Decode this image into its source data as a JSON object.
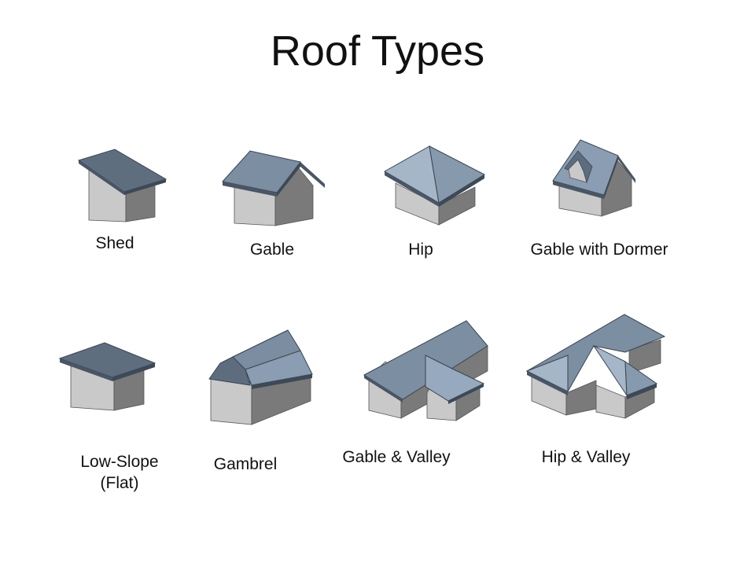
{
  "slide": {
    "title": "Roof Types"
  },
  "roofs": [
    {
      "icon": "shed-roof-icon",
      "label": "Shed"
    },
    {
      "icon": "gable-roof-icon",
      "label": "Gable"
    },
    {
      "icon": "hip-roof-icon",
      "label": "Hip"
    },
    {
      "icon": "gable-with-dormer-roof-icon",
      "label": "Gable with Dormer"
    },
    {
      "icon": "low-slope-flat-roof-icon",
      "label_line1": "Low-Slope",
      "label_line2": "(Flat)"
    },
    {
      "icon": "gambrel-roof-icon",
      "label": "Gambrel"
    },
    {
      "icon": "gable-and-valley-roof-icon",
      "label": "Gable & Valley"
    },
    {
      "icon": "hip-and-valley-roof-icon",
      "label": "Hip & Valley"
    }
  ],
  "colors": {
    "roof_dark": "#5e6d7e",
    "roof_mid": "#7b8da0",
    "roof_light": "#9aadc2",
    "wall_light": "#c8c8c8",
    "wall_dark": "#7a7a7a",
    "outline": "#3a4450"
  }
}
